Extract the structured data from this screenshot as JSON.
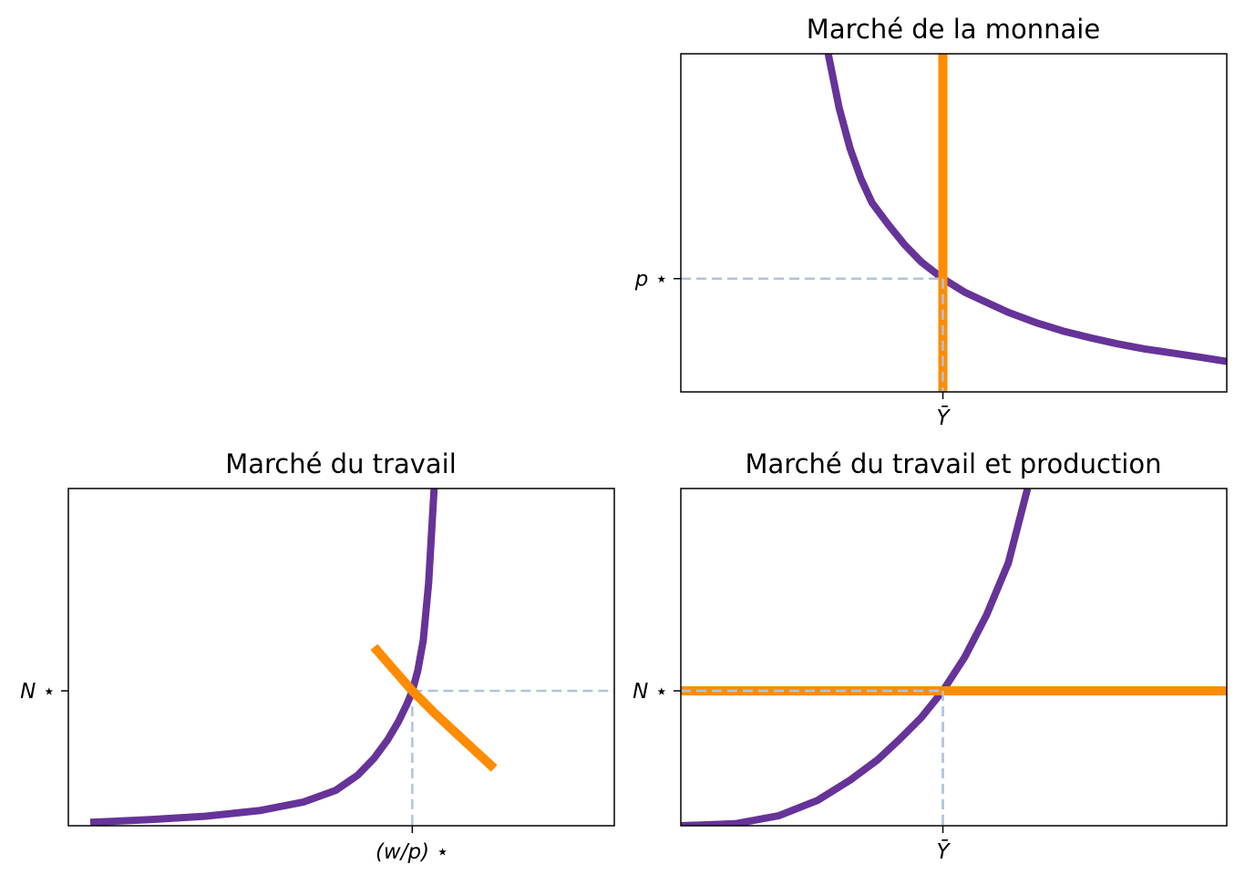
{
  "chart_data": [
    {
      "id": "money",
      "type": "line",
      "title": "Marché de la monnaie",
      "xlim": [
        0,
        10
      ],
      "ylim": [
        0,
        10
      ],
      "xtick": {
        "value": 4.8,
        "label": "Ȳ"
      },
      "ytick": {
        "value": 3.35,
        "label": "p ⋆"
      },
      "series": [
        {
          "color": "#663399",
          "kind": "demand",
          "x": [
            2.7,
            2.9,
            3.1,
            3.3,
            3.5,
            3.8,
            4.1,
            4.4,
            4.8,
            5.2,
            5.6,
            6.0,
            6.5,
            7.0,
            7.5,
            8.0,
            8.5,
            9.0,
            9.5,
            10.0
          ],
          "y": [
            10.0,
            8.4,
            7.2,
            6.3,
            5.6,
            4.95,
            4.35,
            3.85,
            3.35,
            2.95,
            2.65,
            2.35,
            2.05,
            1.8,
            1.6,
            1.42,
            1.27,
            1.15,
            1.03,
            0.9
          ]
        },
        {
          "color": "#ff8c00",
          "kind": "supply",
          "x": [
            4.8,
            4.8
          ],
          "y": [
            0,
            10
          ]
        }
      ]
    },
    {
      "id": "labour",
      "type": "line",
      "title": "Marché du travail",
      "xlim": [
        0,
        10
      ],
      "ylim": [
        0,
        10
      ],
      "xtick": {
        "value": 6.3,
        "label": "(w/p) ⋆"
      },
      "ytick": {
        "value": 4.0,
        "label": "N ⋆"
      },
      "series": [
        {
          "color": "#663399",
          "kind": "supply",
          "x": [
            0.4,
            1.5,
            2.5,
            3.5,
            4.3,
            4.9,
            5.3,
            5.6,
            5.85,
            6.05,
            6.2,
            6.3,
            6.4,
            6.5,
            6.6,
            6.7
          ],
          "y": [
            0.1,
            0.18,
            0.28,
            0.45,
            0.7,
            1.05,
            1.5,
            2.0,
            2.55,
            3.1,
            3.6,
            4.0,
            4.6,
            5.5,
            7.2,
            10.0
          ]
        },
        {
          "color": "#ff8c00",
          "kind": "demand",
          "x": [
            5.6,
            5.95,
            6.3,
            6.7,
            7.1,
            7.8
          ],
          "y": [
            5.3,
            4.65,
            4.0,
            3.35,
            2.75,
            1.7
          ]
        }
      ]
    },
    {
      "id": "production",
      "type": "line",
      "title": "Marché du travail et production",
      "xlim": [
        0,
        10
      ],
      "ylim": [
        0,
        10
      ],
      "xtick": {
        "value": 4.8,
        "label": "Ȳ"
      },
      "ytick": {
        "value": 4.0,
        "label": "N ⋆"
      },
      "series": [
        {
          "color": "#663399",
          "kind": "production",
          "x": [
            0.0,
            1.0,
            1.8,
            2.5,
            3.1,
            3.6,
            4.0,
            4.4,
            4.8,
            5.2,
            5.6,
            6.0,
            6.35
          ],
          "y": [
            0.0,
            0.06,
            0.3,
            0.75,
            1.35,
            1.95,
            2.55,
            3.2,
            4.0,
            5.0,
            6.25,
            7.8,
            10.0
          ]
        },
        {
          "color": "#ff8c00",
          "kind": "labour",
          "x": [
            0,
            10
          ],
          "y": [
            4.0,
            4.0
          ]
        }
      ]
    }
  ]
}
